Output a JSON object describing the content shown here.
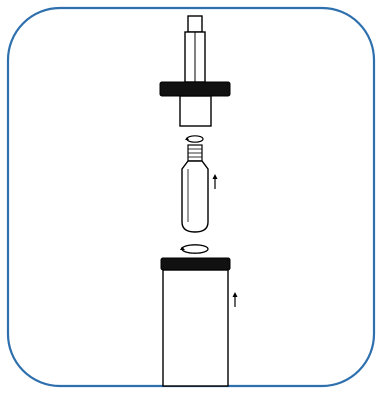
{
  "diagram": {
    "frame_color": "#2e6fae",
    "stroke_color": "#000000",
    "fill_color": "#ffffff",
    "band_color": "#111111",
    "parts": [
      {
        "name": "plunger",
        "icon": "plunger-icon"
      },
      {
        "name": "cap",
        "icon": "cap-icon"
      },
      {
        "name": "bulb",
        "icon": "bulb-icon"
      },
      {
        "name": "canister",
        "icon": "canister-icon"
      }
    ],
    "rotation_arrows": [
      {
        "target": "bulb",
        "icon": "rotate-arrow-icon"
      },
      {
        "target": "canister",
        "icon": "rotate-arrow-icon"
      }
    ],
    "up_arrows": [
      {
        "target": "bulb",
        "icon": "up-arrow-icon"
      },
      {
        "target": "canister",
        "icon": "up-arrow-icon"
      }
    ]
  }
}
